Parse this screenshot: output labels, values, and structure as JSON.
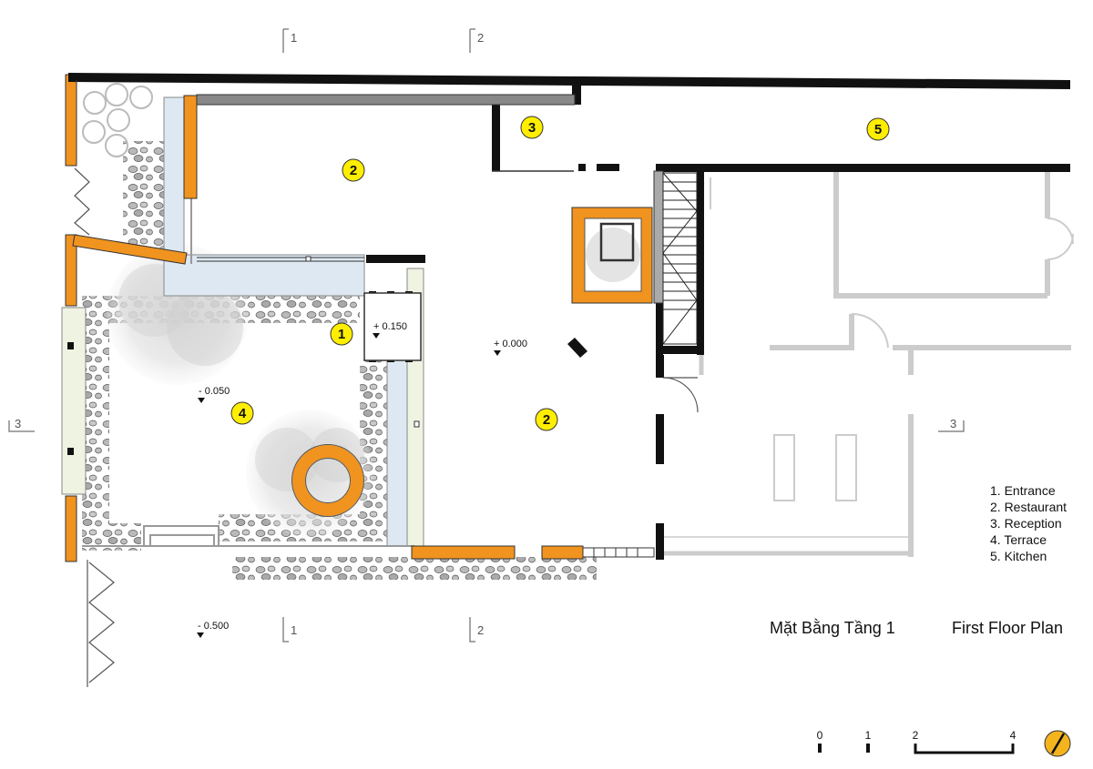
{
  "room_markers": [
    {
      "id": "marker-entrance",
      "num": "1"
    },
    {
      "id": "marker-restaurant-a",
      "num": "2"
    },
    {
      "id": "marker-restaurant-b",
      "num": "2"
    },
    {
      "id": "marker-reception",
      "num": "3"
    },
    {
      "id": "marker-terrace",
      "num": "4"
    },
    {
      "id": "marker-kitchen",
      "num": "5"
    }
  ],
  "elevations": {
    "entrance": "+ 0.150",
    "restaurant": "+ 0.000",
    "terrace": "- 0.050",
    "outside": "- 0.500"
  },
  "section_marks": {
    "s1": "1",
    "s2": "2",
    "s3": "3"
  },
  "legend": [
    "1. Entrance",
    "2. Restaurant",
    "3. Reception",
    "4. Terrace",
    "5. Kitchen"
  ],
  "titles": {
    "vietnamese": "Mặt Bằng Tầng 1",
    "english": "First Floor Plan"
  },
  "scale_bar": {
    "ticks": [
      "0",
      "1",
      "2",
      "4"
    ]
  },
  "colors": {
    "wall": "#111111",
    "accent_orange": "#f0931f",
    "marker_yellow": "#ffee00",
    "glass_blue": "#dde8f2",
    "planter_green": "#eef3e2",
    "existing_gray": "#cccccc"
  },
  "icons": {
    "north_arrow": "north-arrow-icon",
    "tree": "tree-icon"
  }
}
